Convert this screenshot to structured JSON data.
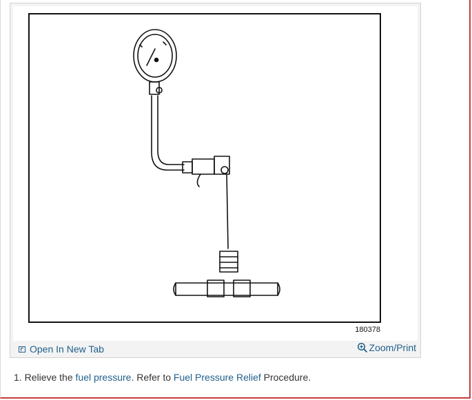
{
  "figure": {
    "number": "180378"
  },
  "actions": {
    "open_new_tab_label": "Open In New Tab",
    "zoom_print_label": "Zoom/Print"
  },
  "step": {
    "number_prefix": "1.",
    "text_before": " Relieve the ",
    "link1": "fuel pressure",
    "text_middle": ". Refer to ",
    "link2": "Fuel Pressure Relief",
    "text_after": " Procedure."
  },
  "colors": {
    "link": "#1f5f8b",
    "frame_accent": "#c43a3a"
  },
  "icons": {
    "open_new_tab": "open-new-tab-icon",
    "zoom": "magnifier-plus-icon"
  }
}
